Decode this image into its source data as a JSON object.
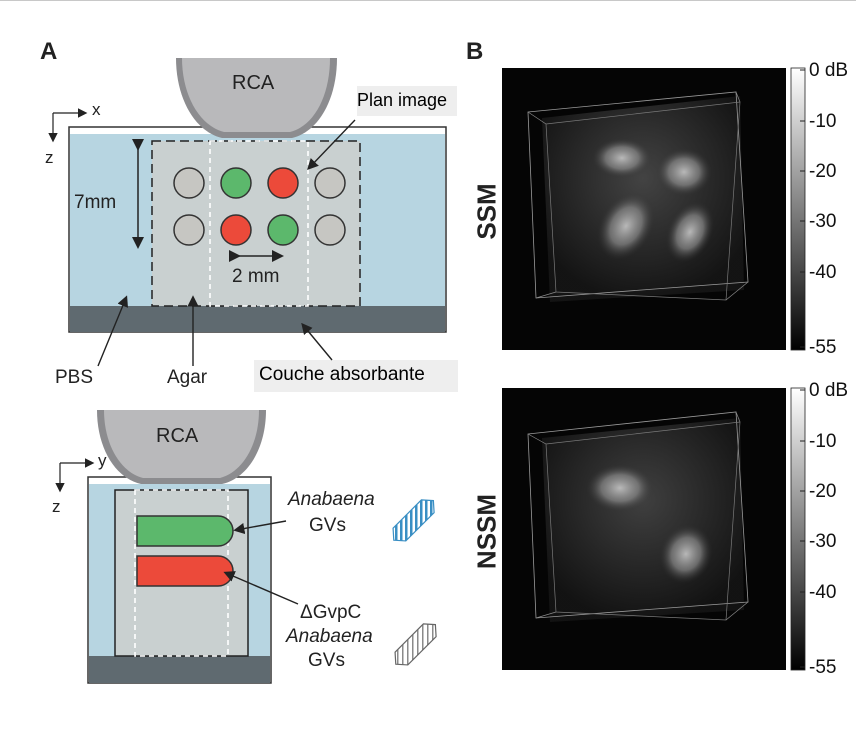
{
  "panel_a": {
    "letter": "A",
    "top": {
      "transducer_label": "RCA",
      "axis_x": "x",
      "axis_z": "z",
      "depth_label": "7mm",
      "spacing_label": "2 mm",
      "plane_label": "Plan image",
      "pbs_label": "PBS",
      "agar_label": "Agar",
      "absorber_label": "Couche absorbante"
    },
    "bottom": {
      "transducer_label": "RCA",
      "axis_y": "y",
      "axis_z": "z",
      "gv_species": "Anabaena",
      "gv_suffix": "GVs",
      "mutant_prefix": "ΔGvpC",
      "mutant_species": "Anabaena",
      "mutant_suffix": "GVs"
    }
  },
  "panel_b": {
    "letter": "B",
    "rows": [
      {
        "label": "SSM"
      },
      {
        "label": "NSSM"
      }
    ],
    "colorbar_ticks": [
      "0 dB",
      "-10",
      "-20",
      "-30",
      "-40",
      "-55"
    ]
  },
  "colors": {
    "pbs": "#b7d5e1",
    "agar": "#c9d0d0",
    "absorber": "#5f6a70",
    "transducer": "#b4b4b6",
    "green": "#5cb86c",
    "red": "#ec4a3a",
    "grey_circle": "#c6c6c2"
  }
}
